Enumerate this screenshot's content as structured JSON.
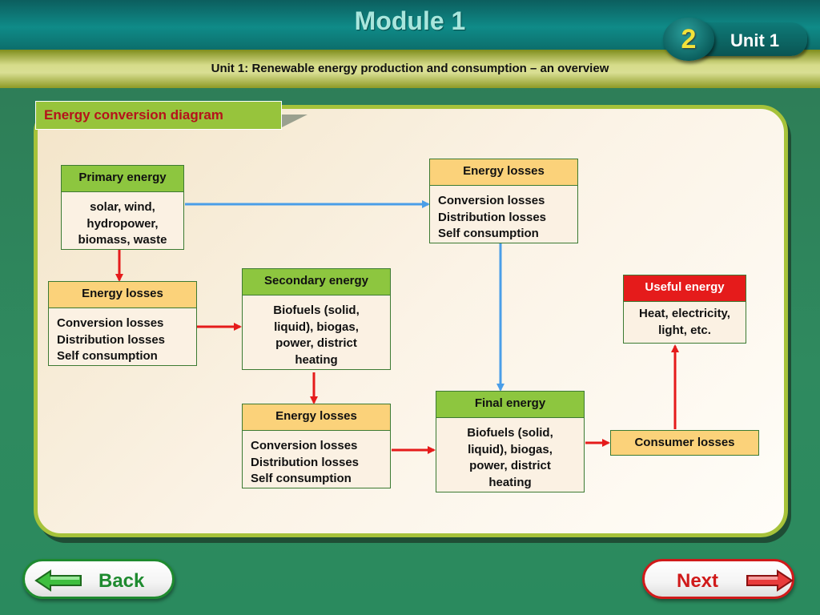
{
  "header": {
    "title": "Module 1",
    "subtitle": "Unit 1: Renewable energy production and consumption – an overview",
    "unit_number": "2",
    "unit_label": "Unit 1"
  },
  "section": {
    "title": "Energy conversion diagram"
  },
  "diagram": {
    "primary": {
      "title": "Primary energy",
      "lines": [
        "solar, wind,",
        "hydropower,",
        "biomass, waste"
      ]
    },
    "losses_top": {
      "title": "Energy losses",
      "lines": [
        "Conversion losses",
        "Distribution losses",
        "Self consumption"
      ]
    },
    "losses_left": {
      "title": "Energy losses",
      "lines": [
        "Conversion losses",
        "Distribution losses",
        "Self consumption"
      ]
    },
    "secondary": {
      "title": "Secondary energy",
      "lines": [
        "Biofuels (solid,",
        "liquid), biogas,",
        "power, district",
        "heating"
      ]
    },
    "losses_mid": {
      "title": "Energy losses",
      "lines": [
        "Conversion losses",
        "Distribution losses",
        "Self consumption"
      ]
    },
    "final": {
      "title": "Final energy",
      "lines": [
        "Biofuels (solid,",
        "liquid), biogas,",
        "power, district",
        "heating"
      ]
    },
    "useful": {
      "title": "Useful energy",
      "lines": [
        "Heat, electricity,",
        "light, etc."
      ]
    },
    "consumer_losses": {
      "label": "Consumer losses"
    }
  },
  "navigation": {
    "back_label": "Back",
    "next_label": "Next"
  },
  "colors": {
    "arrow_red": "#e51b1b",
    "arrow_blue": "#4a9ee8",
    "header_green": "#8dc63f",
    "header_orange": "#fbd27a",
    "header_red": "#e51b1b"
  },
  "icons": {
    "back": "arrow-left-icon",
    "next": "arrow-right-icon"
  }
}
